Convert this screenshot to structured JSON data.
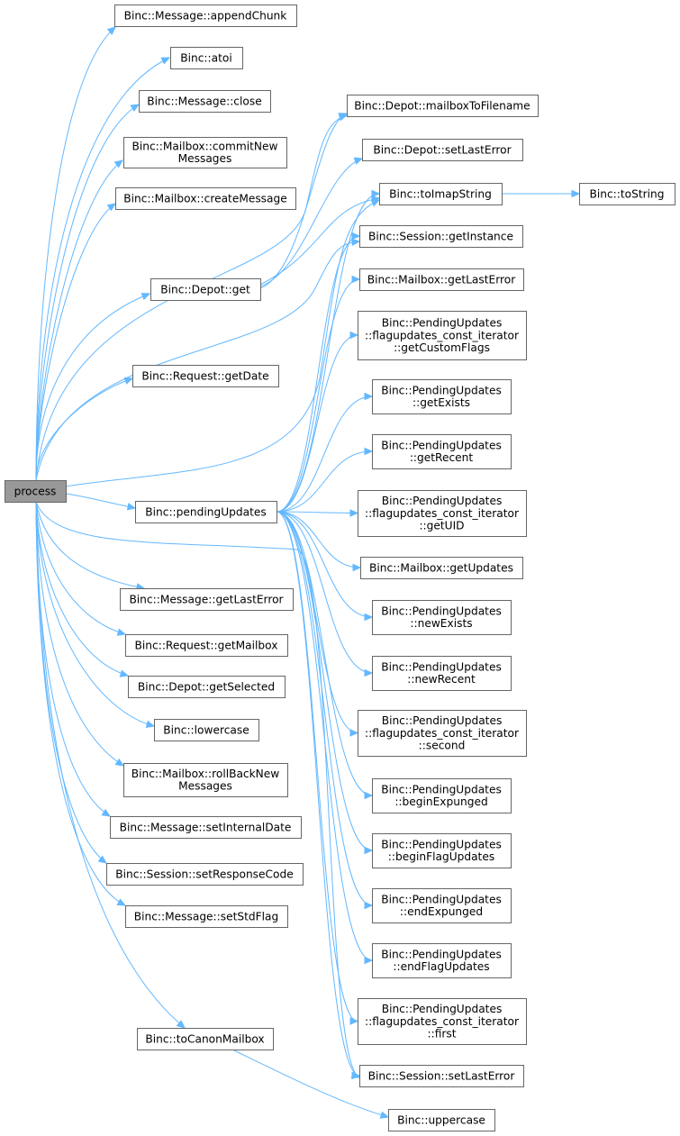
{
  "nodes": [
    {
      "id": "process",
      "label": [
        "process"
      ]
    },
    {
      "id": "appendChunk",
      "label": [
        "Binc::Message::appendChunk"
      ]
    },
    {
      "id": "atoi",
      "label": [
        "Binc::atoi"
      ]
    },
    {
      "id": "close",
      "label": [
        "Binc::Message::close"
      ]
    },
    {
      "id": "commitNewMessages",
      "label": [
        "Binc::Mailbox::commitNew",
        "Messages"
      ]
    },
    {
      "id": "createMessage",
      "label": [
        "Binc::Mailbox::createMessage"
      ]
    },
    {
      "id": "depotGet",
      "label": [
        "Binc::Depot::get"
      ]
    },
    {
      "id": "getDate",
      "label": [
        "Binc::Request::getDate"
      ]
    },
    {
      "id": "pendingUpdates",
      "label": [
        "Binc::pendingUpdates"
      ]
    },
    {
      "id": "msgGetLastError",
      "label": [
        "Binc::Message::getLastError"
      ]
    },
    {
      "id": "getMailbox",
      "label": [
        "Binc::Request::getMailbox"
      ]
    },
    {
      "id": "getSelected",
      "label": [
        "Binc::Depot::getSelected"
      ]
    },
    {
      "id": "lowercase",
      "label": [
        "Binc::lowercase"
      ]
    },
    {
      "id": "rollBackNewMessages",
      "label": [
        "Binc::Mailbox::rollBackNew",
        "Messages"
      ]
    },
    {
      "id": "setInternalDate",
      "label": [
        "Binc::Message::setInternalDate"
      ]
    },
    {
      "id": "setResponseCode",
      "label": [
        "Binc::Session::setResponseCode"
      ]
    },
    {
      "id": "setStdFlag",
      "label": [
        "Binc::Message::setStdFlag"
      ]
    },
    {
      "id": "toCanonMailbox",
      "label": [
        "Binc::toCanonMailbox"
      ]
    },
    {
      "id": "mailboxToFilename",
      "label": [
        "Binc::Depot::mailboxToFilename"
      ]
    },
    {
      "id": "depotSetLastError",
      "label": [
        "Binc::Depot::setLastError"
      ]
    },
    {
      "id": "toImapString",
      "label": [
        "Binc::toImapString"
      ]
    },
    {
      "id": "toString",
      "label": [
        "Binc::toString"
      ]
    },
    {
      "id": "getInstance",
      "label": [
        "Binc::Session::getInstance"
      ]
    },
    {
      "id": "mbxGetLastError",
      "label": [
        "Binc::Mailbox::getLastError"
      ]
    },
    {
      "id": "getCustomFlags",
      "label": [
        "Binc::PendingUpdates",
        "::flagupdates_const_iterator",
        "::getCustomFlags"
      ]
    },
    {
      "id": "getExists",
      "label": [
        "Binc::PendingUpdates",
        "::getExists"
      ]
    },
    {
      "id": "getRecent",
      "label": [
        "Binc::PendingUpdates",
        "::getRecent"
      ]
    },
    {
      "id": "getUID",
      "label": [
        "Binc::PendingUpdates",
        "::flagupdates_const_iterator",
        "::getUID"
      ]
    },
    {
      "id": "getUpdates",
      "label": [
        "Binc::Mailbox::getUpdates"
      ]
    },
    {
      "id": "newExists",
      "label": [
        "Binc::PendingUpdates",
        "::newExists"
      ]
    },
    {
      "id": "newRecent",
      "label": [
        "Binc::PendingUpdates",
        "::newRecent"
      ]
    },
    {
      "id": "second",
      "label": [
        "Binc::PendingUpdates",
        "::flagupdates_const_iterator",
        "::second"
      ]
    },
    {
      "id": "beginExpunged",
      "label": [
        "Binc::PendingUpdates",
        "::beginExpunged"
      ]
    },
    {
      "id": "beginFlagUpdates",
      "label": [
        "Binc::PendingUpdates",
        "::beginFlagUpdates"
      ]
    },
    {
      "id": "endExpunged",
      "label": [
        "Binc::PendingUpdates",
        "::endExpunged"
      ]
    },
    {
      "id": "endFlagUpdates",
      "label": [
        "Binc::PendingUpdates",
        "::endFlagUpdates"
      ]
    },
    {
      "id": "first",
      "label": [
        "Binc::PendingUpdates",
        "::flagupdates_const_iterator",
        "::first"
      ]
    },
    {
      "id": "sessSetLastError",
      "label": [
        "Binc::Session::setLastError"
      ]
    },
    {
      "id": "uppercase",
      "label": [
        "Binc::uppercase"
      ]
    }
  ],
  "edges": [
    [
      "process",
      "appendChunk"
    ],
    [
      "process",
      "atoi"
    ],
    [
      "process",
      "close"
    ],
    [
      "process",
      "commitNewMessages"
    ],
    [
      "process",
      "createMessage"
    ],
    [
      "process",
      "depotGet"
    ],
    [
      "process",
      "getDate"
    ],
    [
      "process",
      "pendingUpdates"
    ],
    [
      "process",
      "msgGetLastError"
    ],
    [
      "process",
      "getMailbox"
    ],
    [
      "process",
      "getSelected"
    ],
    [
      "process",
      "lowercase"
    ],
    [
      "process",
      "rollBackNewMessages"
    ],
    [
      "process",
      "setInternalDate"
    ],
    [
      "process",
      "setResponseCode"
    ],
    [
      "process",
      "setStdFlag"
    ],
    [
      "process",
      "toCanonMailbox"
    ],
    [
      "process",
      "mailboxToFilename"
    ],
    [
      "process",
      "getInstance"
    ],
    [
      "process",
      "toImapString"
    ],
    [
      "process",
      "sessSetLastError"
    ],
    [
      "depotGet",
      "mailboxToFilename"
    ],
    [
      "depotGet",
      "depotSetLastError"
    ],
    [
      "depotGet",
      "toImapString"
    ],
    [
      "toImapString",
      "toString"
    ],
    [
      "pendingUpdates",
      "toImapString"
    ],
    [
      "pendingUpdates",
      "getInstance"
    ],
    [
      "pendingUpdates",
      "mbxGetLastError"
    ],
    [
      "pendingUpdates",
      "getCustomFlags"
    ],
    [
      "pendingUpdates",
      "getExists"
    ],
    [
      "pendingUpdates",
      "getRecent"
    ],
    [
      "pendingUpdates",
      "getUID"
    ],
    [
      "pendingUpdates",
      "getUpdates"
    ],
    [
      "pendingUpdates",
      "newExists"
    ],
    [
      "pendingUpdates",
      "newRecent"
    ],
    [
      "pendingUpdates",
      "second"
    ],
    [
      "pendingUpdates",
      "beginExpunged"
    ],
    [
      "pendingUpdates",
      "beginFlagUpdates"
    ],
    [
      "pendingUpdates",
      "endExpunged"
    ],
    [
      "pendingUpdates",
      "endFlagUpdates"
    ],
    [
      "pendingUpdates",
      "first"
    ],
    [
      "pendingUpdates",
      "sessSetLastError"
    ],
    [
      "toCanonMailbox",
      "uppercase"
    ]
  ],
  "colors": {
    "edge": "#63b8ff",
    "node_border": "#666666",
    "node_fill": "#ffffff",
    "root_fill": "#999999",
    "text": "#000000"
  }
}
